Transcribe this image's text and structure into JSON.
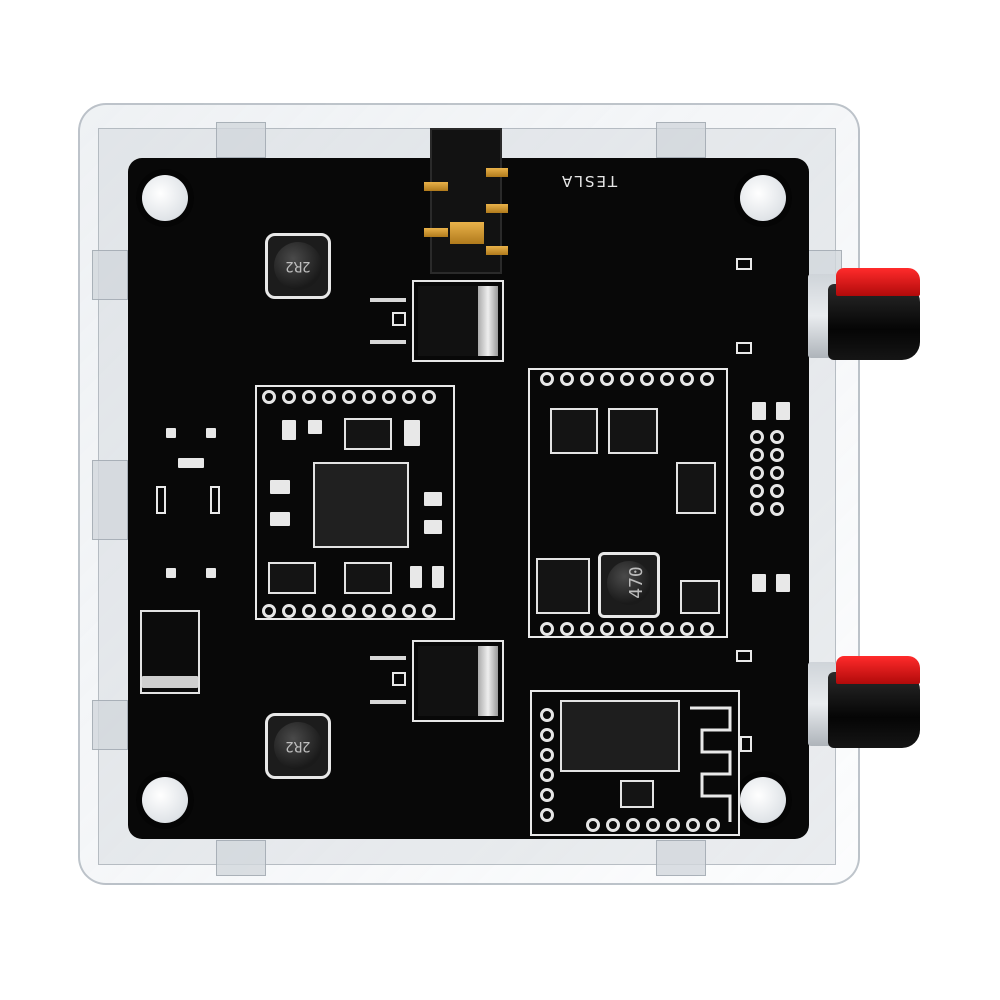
{
  "silkscreen": {
    "brand": "TESLA",
    "inductor_top": "2R2",
    "inductor_bottom": "2R2",
    "inductor_center": "470"
  },
  "colors": {
    "pcb": "#080808",
    "silkscreen": "#e8e8e8",
    "gold_contacts": "#d9a23a",
    "terminal_red": "#e01818"
  }
}
